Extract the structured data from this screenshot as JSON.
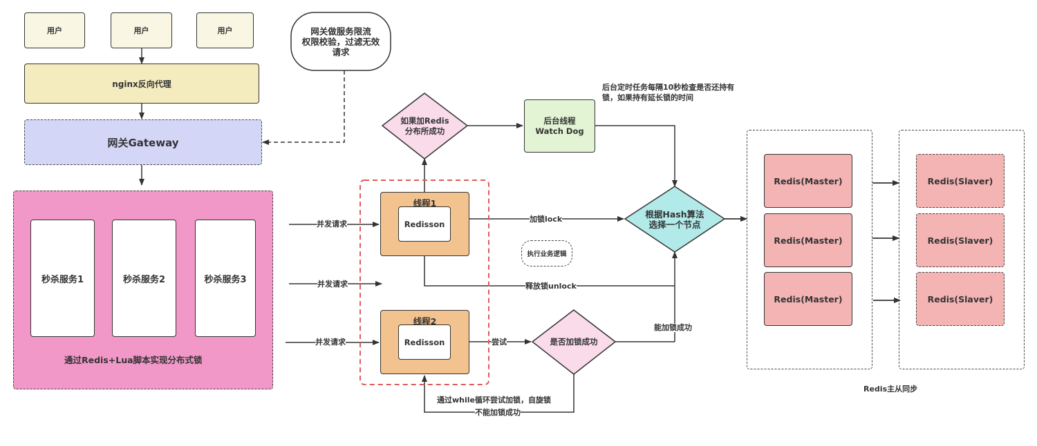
{
  "colors": {
    "user_fill": "#f9f7e3",
    "nginx_fill": "#f4ecbe",
    "gateway_fill": "#d4d6f7",
    "services_group_fill": "#f298c8",
    "service_fill": "#ffffff",
    "thread_fill": "#f2c38f",
    "diamond_pink": "#f9dbe9",
    "watchdog_fill": "#e3f4d5",
    "hash_diamond_fill": "#b2e9e9",
    "redis_fill": "#f4b4b4",
    "red_dash": "#e05a5a"
  },
  "users": [
    "用户",
    "用户",
    "用户"
  ],
  "nginx": "nginx反向代理",
  "gateway": "网关Gateway",
  "gateway_note": [
    "网关做服务限流",
    "权限校验，过滤无效",
    "请求"
  ],
  "services": {
    "items": [
      "秒杀服务1",
      "秒杀服务2",
      "秒杀服务3"
    ],
    "caption": "通过Redis+Lua脚本实现分布式锁"
  },
  "requests": [
    "并发请求",
    "并发请求",
    "并发请求"
  ],
  "thread1": {
    "title": "线程1",
    "inner": "Redisson"
  },
  "thread2": {
    "title": "线程2",
    "inner": "Redisson"
  },
  "decision_lock_success": [
    "如果加Redis",
    "分布所成功"
  ],
  "watchdog": [
    "后台线程",
    "Watch Dog"
  ],
  "watchdog_note": [
    "后台定时任务每隔10秒检查是否还持有",
    "锁，如果持有延长锁的时间"
  ],
  "hash_node": [
    "根据Hash算法",
    "选择一个节点"
  ],
  "edge_labels": {
    "lock": "加锁lock",
    "unlock": "释放锁unlock",
    "try": "尝试",
    "can_lock": "能加锁成功",
    "spin": "通过while循环尝试加锁，自旋锁",
    "cannot_lock": "不能加锁成功"
  },
  "business_logic": "执行业务逻辑",
  "decision_try": "是否加锁成功",
  "masters": [
    "Redis(Master)",
    "Redis(Master)",
    "Redis(Master)"
  ],
  "slaves": [
    "Redis(Slaver)",
    "Redis(Slaver)",
    "Redis(Slaver)"
  ],
  "replication_caption": "Redis主从同步"
}
